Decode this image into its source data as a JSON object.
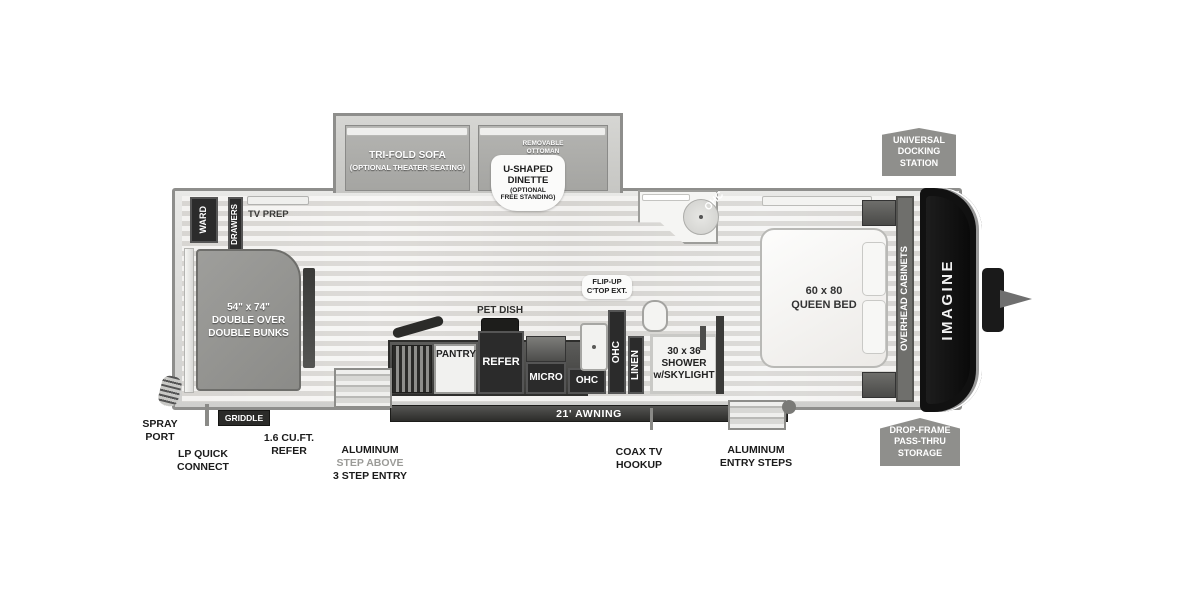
{
  "brand": {
    "name": "IMAGINE"
  },
  "floorplan": {
    "slideout": {
      "sofa": {
        "label": "TRI-FOLD SOFA",
        "sub": "(OPTIONAL THEATER SEATING)"
      },
      "dinette": {
        "ottoman_label": "REMOVABLE\nOTTOMAN",
        "ottoman_line1": "REMOVABLE",
        "ottoman_line2": "OTTOMAN",
        "title": "U-SHAPED",
        "title2": "DINETTE",
        "sub1": "(OPTIONAL",
        "sub2": "FREE STANDING)"
      }
    },
    "rear": {
      "ward": "WARD",
      "drawers": "DRAWERS",
      "tv_prep": "TV PREP",
      "bunks_dim": "54\" x 74\"",
      "bunks_l1": "DOUBLE OVER",
      "bunks_l2": "DOUBLE BUNKS"
    },
    "kitchen": {
      "pantry": "PANTRY",
      "refer": "REFER",
      "micro": "MICRO",
      "pet_dish": "PET DISH",
      "ohc_low": "OHC",
      "ohc_tall": "OHC",
      "flipup_l1": "FLIP-UP",
      "flipup_l2": "C'TOP EXT.",
      "awning": "21' AWNING",
      "griddle": "GRIDDLE"
    },
    "entertainment": {
      "ohc": "OHC"
    },
    "bath": {
      "linen": "LINEN",
      "shower_dim": "30 x 36",
      "shower_l1": "SHOWER",
      "shower_l2": "w/SKYLIGHT"
    },
    "bedroom": {
      "bed_dim": "60 x 80",
      "bed_label": "QUEEN BED",
      "overhead_cabinets": "OVERHEAD CABINETS"
    }
  },
  "callouts": {
    "spray_port_l1": "SPRAY",
    "spray_port_l2": "PORT",
    "lp_quick_l1": "LP QUICK",
    "lp_quick_l2": "CONNECT",
    "refer16_l1": "1.6 CU.FT.",
    "refer16_l2": "REFER",
    "alum_step_l1": "ALUMINUM",
    "alum_step_l2": "STEP ABOVE",
    "alum_step_l3": "3 STEP ENTRY",
    "coax_l1": "COAX TV",
    "coax_l2": "HOOKUP",
    "alum_entry_l1": "ALUMINUM",
    "alum_entry_l2": "ENTRY STEPS"
  },
  "badges": {
    "docking_l1": "UNIVERSAL",
    "docking_l2": "DOCKING",
    "docking_l3": "STATION",
    "storage_l1": "DROP-FRAME",
    "storage_l2": "PASS-THRU",
    "storage_l3": "STORAGE"
  },
  "colors": {
    "shell_border": "#8e8e8c",
    "dark_unit": "#2b2b2b",
    "badge_gray": "#8f8f8c",
    "dim_text": "#9b9b98",
    "cap_black": "#111111"
  }
}
